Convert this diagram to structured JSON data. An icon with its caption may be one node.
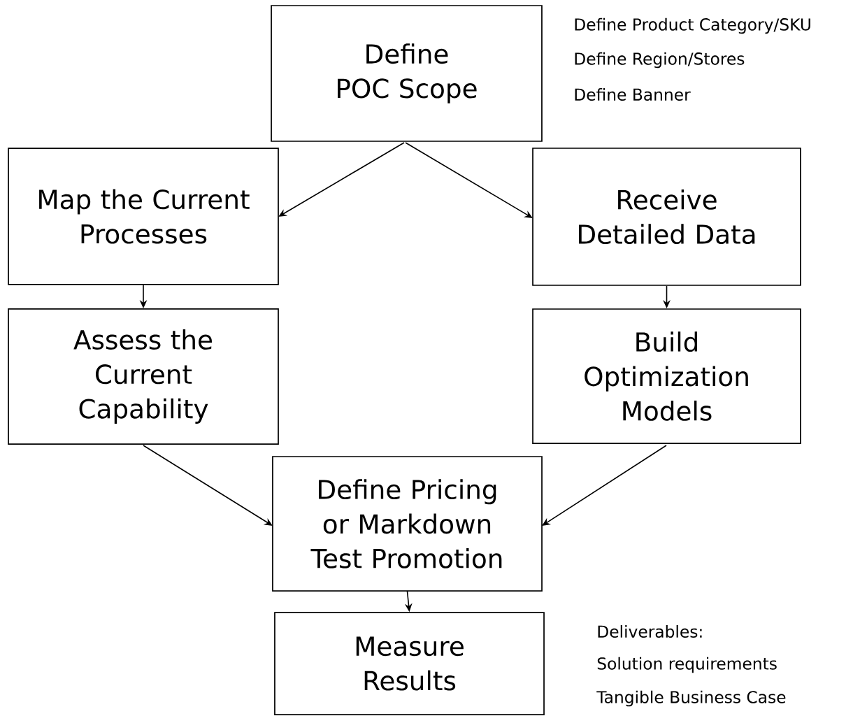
{
  "diagram": {
    "nodes": [
      {
        "text": [
          "Define POC Scope"
        ],
        "beside": [
          "Define Product Category/SKU",
          "Define Region/Stores",
          "Define Banner"
        ]
      },
      {
        "text": [
          "Map the Current Processes"
        ]
      },
      {
        "text": [
          "Receive Detailed Data"
        ]
      },
      {
        "text": [
          "Assess the Current Capability"
        ]
      },
      {
        "text": [
          "Build Optimization Models"
        ]
      },
      {
        "text": [
          "Define Pricing or Markdown Test Promotion"
        ]
      },
      {
        "text": [
          "Measure Results"
        ],
        "beside": [
          "Deliverables:",
          "Solution requirements",
          "Tangible Business Case"
        ]
      }
    ],
    "edges": [
      {
        "from": 0,
        "to": 1,
        "arrow": "to"
      },
      {
        "from": 0,
        "to": 2,
        "arrow": "to"
      },
      {
        "from": 1,
        "to": 3,
        "arrow": "to"
      },
      {
        "from": 2,
        "to": 4,
        "arrow": "to"
      },
      {
        "from": 3,
        "to": 5,
        "arrow": "to"
      },
      {
        "from": 4,
        "to": 5,
        "arrow": "to"
      },
      {
        "from": 5,
        "to": 6,
        "arrow": "to"
      }
    ]
  }
}
